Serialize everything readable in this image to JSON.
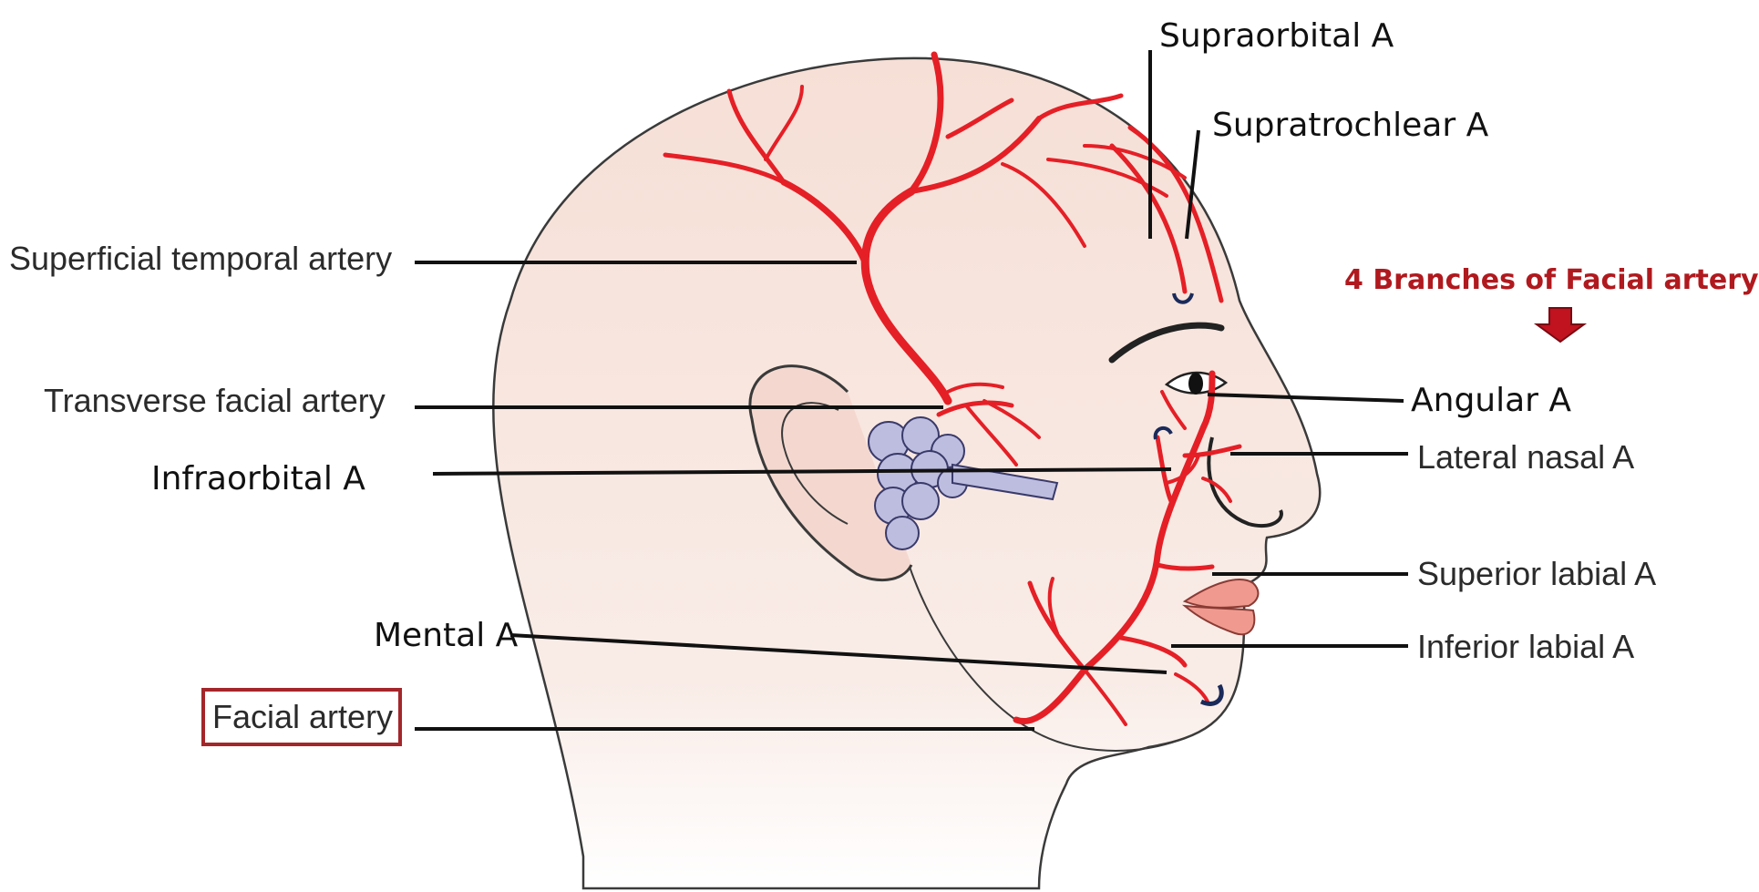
{
  "diagram": {
    "labels": {
      "superficial_temporal": "Superficial temporal artery",
      "transverse_facial": "Transverse facial artery",
      "infraorbital": "Infraorbital A",
      "mental": "Mental A",
      "facial_artery": "Facial artery",
      "supraorbital": "Supraorbital A",
      "supratrochlear": "Supratrochlear A",
      "branches_title": "4 Branches of Facial artery",
      "angular": "Angular A",
      "lateral_nasal": "Lateral nasal A",
      "superior_labial": "Superior labial A",
      "inferior_labial": "Inferior labial A"
    },
    "colors": {
      "skin": "#f7e6df",
      "outline": "#3a3a3a",
      "artery": "#e51f26",
      "gland": "#bdbde0",
      "lip": "#f09a8f",
      "title": "#b0191e",
      "box": "#a3262a",
      "leader": "#111111"
    }
  }
}
